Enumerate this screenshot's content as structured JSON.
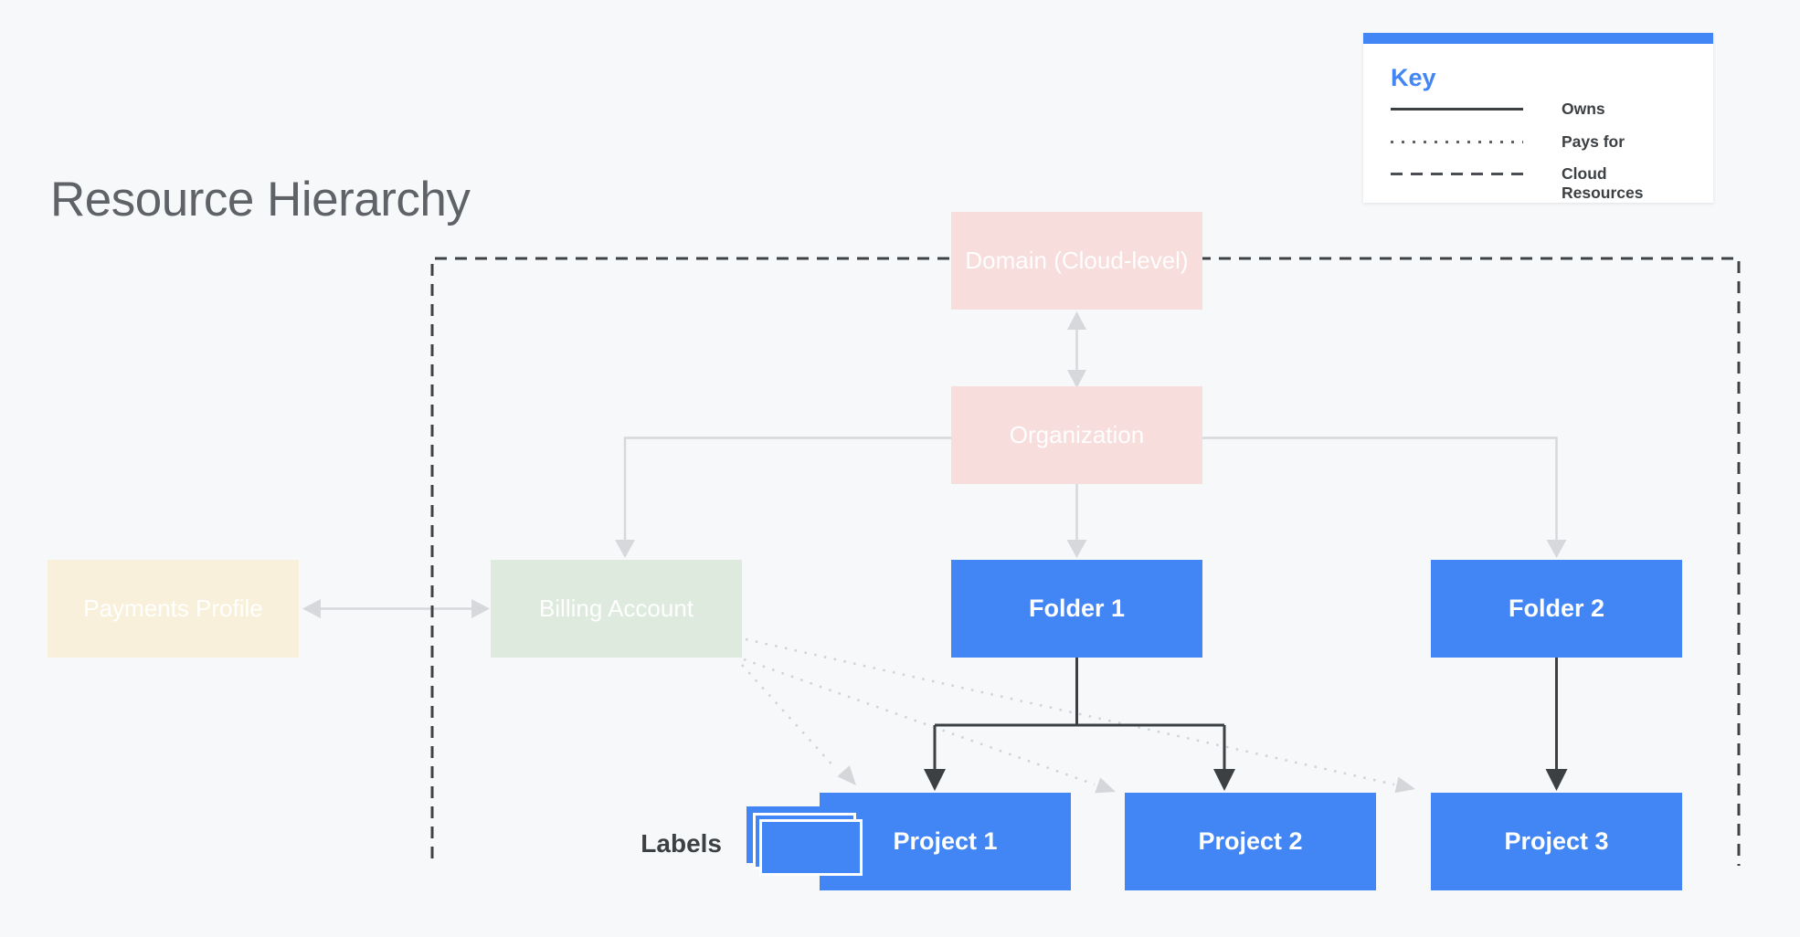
{
  "title": "Resource Hierarchy",
  "legend": {
    "heading": "Key",
    "items": [
      {
        "line_style": "solid",
        "label": "Owns"
      },
      {
        "line_style": "dotted",
        "label": "Pays for"
      },
      {
        "line_style": "dashed",
        "label": "Cloud Resources"
      }
    ]
  },
  "nodes": {
    "domain": {
      "label": "Domain (Cloud-level)"
    },
    "organization": {
      "label": "Organization"
    },
    "payments_profile": {
      "label": "Payments Profile"
    },
    "billing_account": {
      "label": "Billing Account"
    },
    "folder_1": {
      "label": "Folder 1"
    },
    "folder_2": {
      "label": "Folder 2"
    },
    "project_1": {
      "label": "Project 1"
    },
    "project_2": {
      "label": "Project 2"
    },
    "project_3": {
      "label": "Project 3"
    }
  },
  "annotations": {
    "labels_caption": "Labels"
  },
  "colors": {
    "background": "#f6f8fa",
    "accent_blue": "#4285f4",
    "pink": "#f8dddd",
    "green": "#deeade",
    "beige": "#f8f0da",
    "dark": "#3c4043",
    "title_gray": "#5f6368",
    "connector_gray": "#d6d8db",
    "dotted_gray": "#cfd2d6"
  }
}
